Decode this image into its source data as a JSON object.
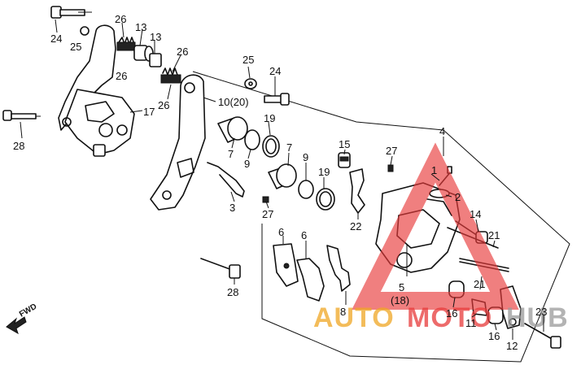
{
  "colors": {
    "line": "#111111",
    "watermark_red": "#e83a3a",
    "watermark_orange": "#f0a623",
    "watermark_gray": "#9a9a9a"
  },
  "watermark": {
    "text_auto": "AUTO",
    "text_moto": "MOTO",
    "text_hub": "HUB"
  },
  "fwd_label": "FWD",
  "callouts": {
    "c24a": "24",
    "c25a": "25",
    "c26a": "26",
    "c13a": "13",
    "c13b": "13",
    "c26b": "26",
    "c26c": "26",
    "c26d": "26",
    "c17": "17",
    "c28a": "28",
    "c25b": "25",
    "c24b": "24",
    "c10": "10(20)",
    "c7a": "7",
    "c19a": "19",
    "c9a": "9",
    "c7b": "7",
    "c9b": "9",
    "c19b": "19",
    "c15": "15",
    "c27a": "27",
    "c4": "4",
    "c1": "1",
    "c2": "2",
    "c3": "3",
    "c27b": "27",
    "c22": "22",
    "c14": "14",
    "c21a": "21",
    "c6a": "6",
    "c6b": "6",
    "c5": "5",
    "c18": "(18)",
    "c21b": "21",
    "c8": "8",
    "c16a": "16",
    "c11": "11",
    "c16b": "16",
    "c23": "23",
    "c12": "12",
    "c28b": "28"
  }
}
